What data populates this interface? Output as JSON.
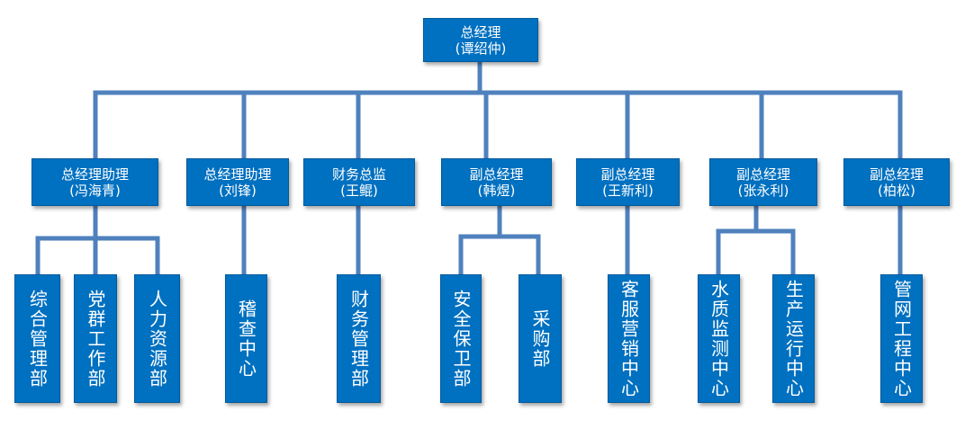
{
  "colors": {
    "box_fill": "#0070c0",
    "box_text": "#ffffff",
    "connector": "#4f81bd"
  },
  "org": {
    "top": {
      "title": "总经理",
      "name": "(谭绍仲)"
    },
    "managers": [
      {
        "title": "总经理助理",
        "name": "(冯海青)"
      },
      {
        "title": "总经理助理",
        "name": "(刘锋)"
      },
      {
        "title": "财务总监",
        "name": "(王鲲)"
      },
      {
        "title": "副总经理",
        "name": "(韩煜)"
      },
      {
        "title": "副总经理",
        "name": "(王新利)"
      },
      {
        "title": "副总经理",
        "name": "(张永利)"
      },
      {
        "title": "副总经理",
        "name": "(柏松)"
      }
    ],
    "departments": [
      {
        "label": "综合管理部"
      },
      {
        "label": "党群工作部"
      },
      {
        "label": "人力资源部"
      },
      {
        "label": "稽查中心"
      },
      {
        "label": "财务管理部"
      },
      {
        "label": "安全保卫部"
      },
      {
        "label": "采购部"
      },
      {
        "label": "客服营销中心"
      },
      {
        "label": "水质监测中心"
      },
      {
        "label": "生产运行中心"
      },
      {
        "label": "管网工程中心"
      }
    ]
  }
}
